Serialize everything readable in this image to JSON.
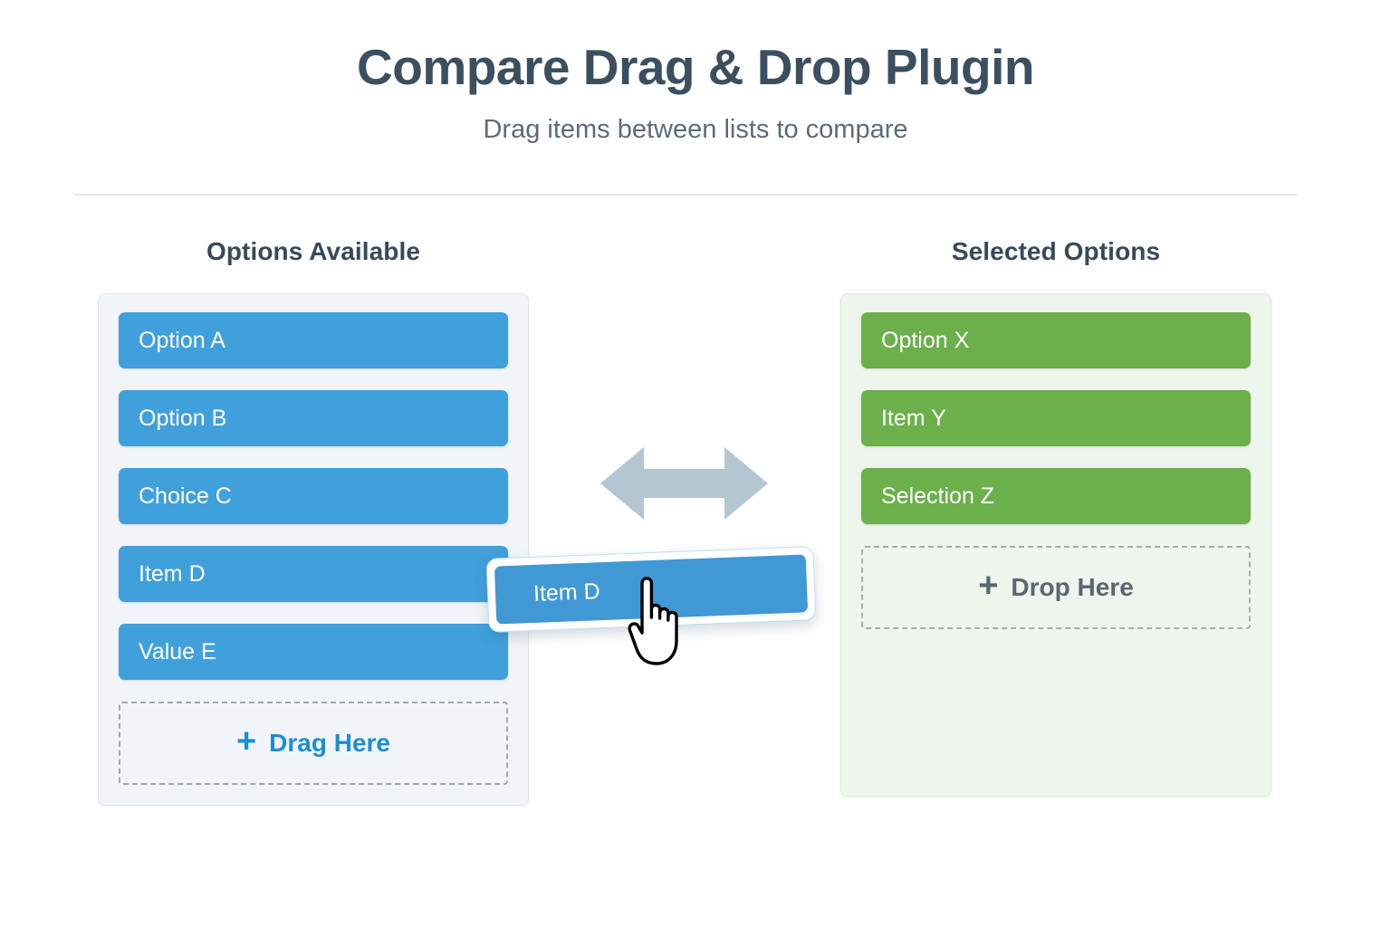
{
  "header": {
    "title": "Compare Drag & Drop Plugin",
    "subtitle": "Drag items between lists to compare"
  },
  "columns": {
    "left": {
      "title": "Options Available",
      "accent_color": "#40a0db",
      "panel_bg": "#f1f5f9",
      "items": [
        {
          "label": "Option A"
        },
        {
          "label": "Option B"
        },
        {
          "label": "Choice C"
        },
        {
          "label": "Item D"
        },
        {
          "label": "Value E"
        }
      ],
      "dropzone": {
        "plus": "+",
        "label": "Drag Here"
      }
    },
    "right": {
      "title": "Selected Options",
      "accent_color": "#6bb04b",
      "panel_bg": "#eef5ed",
      "items": [
        {
          "label": "Option X"
        },
        {
          "label": "Item Y"
        },
        {
          "label": "Selection Z"
        }
      ],
      "dropzone": {
        "plus": "+",
        "label": "Drop Here"
      }
    }
  },
  "center": {
    "swap_icon": "double-arrow-horizontal",
    "swap_color": "#b4c6d2"
  },
  "drag": {
    "item_label": "Item D",
    "cursor": "pointing-hand-cursor"
  }
}
